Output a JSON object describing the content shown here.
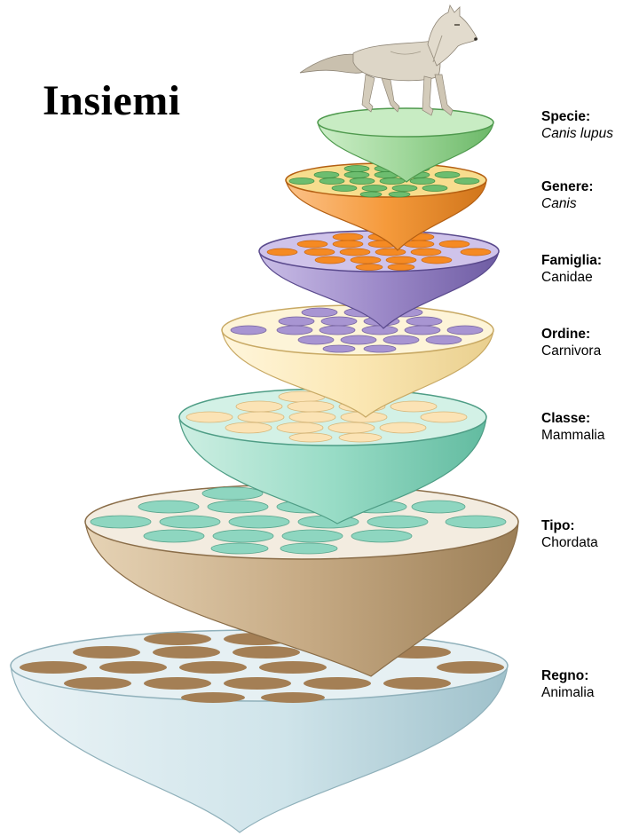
{
  "title": "Insiemi",
  "levels": [
    {
      "rank": "Specie:",
      "taxon": "Canis lupus",
      "italic": true,
      "color": "#8dcf8c",
      "inner_color": "#b6e2b1"
    },
    {
      "rank": "Genere:",
      "taxon": "Canis",
      "italic": true,
      "color": "#f59a3b",
      "inner_color": "#f6e19a"
    },
    {
      "rank": "Famiglia:",
      "taxon": "Canidae",
      "italic": false,
      "color": "#9b87c9",
      "inner_color": "#c4b6e2"
    },
    {
      "rank": "Ordine:",
      "taxon": "Carnivora",
      "italic": false,
      "color": "#fbe9b8",
      "inner_color": "#fdf4d8"
    },
    {
      "rank": "Classe:",
      "taxon": "Mammalia",
      "italic": false,
      "color": "#8ed6c0",
      "inner_color": "#c5ece0"
    },
    {
      "rank": "Tipo:",
      "taxon": "Chordata",
      "italic": false,
      "color": "#b79b76",
      "inner_color": "#f3ece0"
    },
    {
      "rank": "Regno:",
      "taxon": "Animalia",
      "italic": false,
      "color": "#c8e2ea",
      "inner_color": "#e4eff2"
    }
  ],
  "colors": {
    "wolf_fur": "#d9d2c3",
    "wolf_dark": "#8f8677",
    "background": "#ffffff"
  },
  "icons": {
    "wolf": "wolf-icon"
  }
}
